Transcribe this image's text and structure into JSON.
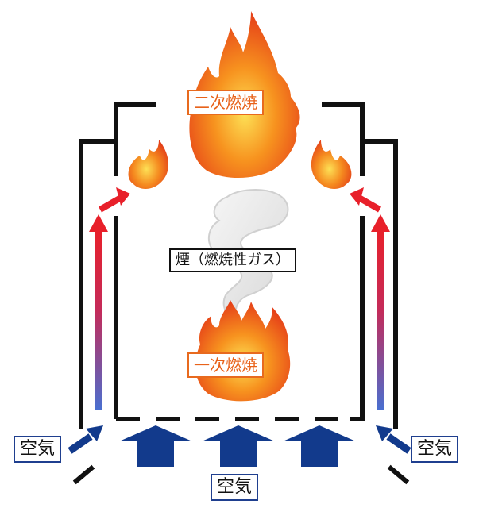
{
  "labels": {
    "secondary_combustion": "二次燃焼",
    "smoke": "煙（燃焼性ガス）",
    "primary_combustion": "一次燃焼",
    "air_left": "空気",
    "air_right": "空気",
    "air_bottom": "空気"
  },
  "colors": {
    "wall": "#111111",
    "air_arrow": "#123a8c",
    "heat_top": "#e8202a",
    "heat_bottom": "#4a6fd0",
    "flame_outer": "#e8401a",
    "flame_mid": "#f58a1f",
    "flame_core": "#fde055",
    "smoke": "#ececec",
    "label_fire_border": "#e86a1e"
  }
}
